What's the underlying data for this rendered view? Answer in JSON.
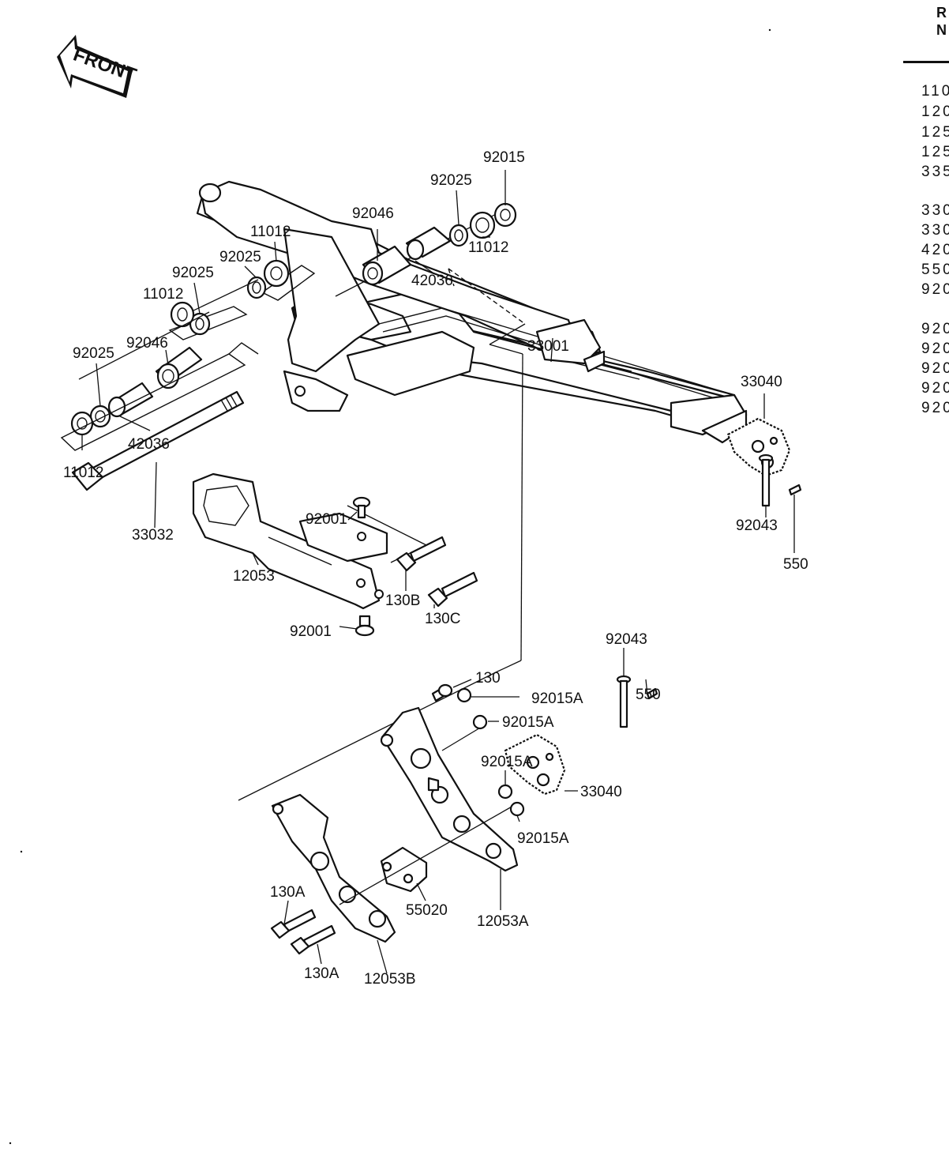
{
  "front_arrow": {
    "label": "FRONT"
  },
  "side_reference": {
    "header": [
      "R",
      "N"
    ],
    "numbers": [
      "110",
      "120",
      "125",
      "125",
      "335",
      "330",
      "330",
      "420",
      "550",
      "920",
      "920",
      "920",
      "920",
      "920",
      "920"
    ]
  },
  "callouts": [
    {
      "id": "c01",
      "text": "92015"
    },
    {
      "id": "c02",
      "text": "92025"
    },
    {
      "id": "c03",
      "text": "92046"
    },
    {
      "id": "c04",
      "text": "11012"
    },
    {
      "id": "c05",
      "text": "42036"
    },
    {
      "id": "c06",
      "text": "11012"
    },
    {
      "id": "c07",
      "text": "92025"
    },
    {
      "id": "c08",
      "text": "92025"
    },
    {
      "id": "c09",
      "text": "11012"
    },
    {
      "id": "c10",
      "text": "92046"
    },
    {
      "id": "c11",
      "text": "92025"
    },
    {
      "id": "c12",
      "text": "42036"
    },
    {
      "id": "c13",
      "text": "11012"
    },
    {
      "id": "c14",
      "text": "33032"
    },
    {
      "id": "c15",
      "text": "33001"
    },
    {
      "id": "c16",
      "text": "33040"
    },
    {
      "id": "c17",
      "text": "92001"
    },
    {
      "id": "c18",
      "text": "12053"
    },
    {
      "id": "c19",
      "text": "92001"
    },
    {
      "id": "c20",
      "text": "130B"
    },
    {
      "id": "c21",
      "text": "130C"
    },
    {
      "id": "c22",
      "text": "92043"
    },
    {
      "id": "c23",
      "text": "550"
    },
    {
      "id": "c24",
      "text": "92043"
    },
    {
      "id": "c25",
      "text": "550"
    },
    {
      "id": "c26",
      "text": "33040"
    },
    {
      "id": "c27",
      "text": "130"
    },
    {
      "id": "c28",
      "text": "92015A"
    },
    {
      "id": "c29",
      "text": "92015A"
    },
    {
      "id": "c30",
      "text": "92015A"
    },
    {
      "id": "c31",
      "text": "92015A"
    },
    {
      "id": "c32",
      "text": "130A"
    },
    {
      "id": "c33",
      "text": "55020"
    },
    {
      "id": "c34",
      "text": "12053A"
    },
    {
      "id": "c35",
      "text": "130A"
    },
    {
      "id": "c36",
      "text": "12053B"
    }
  ]
}
